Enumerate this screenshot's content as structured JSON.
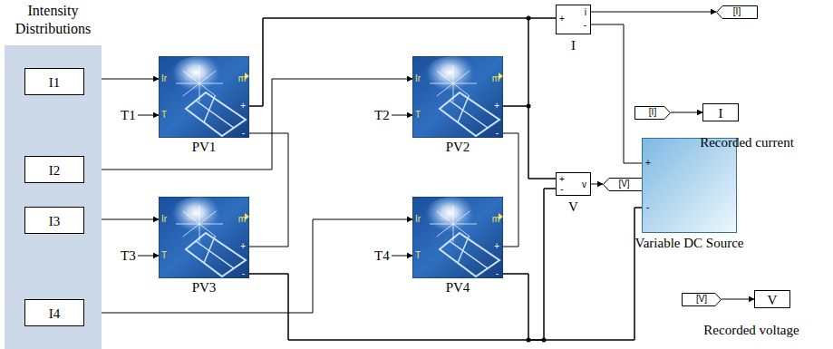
{
  "diagram": {
    "nodes": [
      {
        "text": [
          "Intensity Distributions"
        ]
      },
      {
        "text": [
          "I1"
        ],
        "in": 0
      },
      {
        "text": [
          "I2"
        ],
        "in": 0
      },
      {
        "text": [
          "I3"
        ],
        "in": 0
      },
      {
        "text": [
          "I4"
        ],
        "in": 0
      },
      {
        "text": [
          "Ir",
          "T",
          "m",
          "+",
          "-",
          "PV1"
        ]
      },
      {
        "text": [
          "Ir",
          "T",
          "m",
          "+",
          "-",
          "PV2"
        ]
      },
      {
        "text": [
          "Ir",
          "T",
          "m",
          "+",
          "-",
          "PV3"
        ]
      },
      {
        "text": [
          "Ir",
          "T",
          "m",
          "+",
          "-",
          "PV4"
        ]
      },
      {
        "text": [
          "+",
          "i",
          "-",
          "I"
        ]
      },
      {
        "text": [
          "+",
          "v",
          "-",
          "V"
        ]
      },
      {
        "text": [
          "[I]"
        ]
      },
      {
        "text": [
          "[V]"
        ]
      },
      {
        "text": [
          "[I]"
        ]
      },
      {
        "text": [
          "I",
          "Recorded current"
        ]
      },
      {
        "text": [
          "+",
          "-",
          "Variable DC Source"
        ]
      },
      {
        "text": [
          "[V]"
        ]
      },
      {
        "text": [
          "V",
          "Recorded voltage"
        ]
      }
    ],
    "edges": [
      {
        "from": 1,
        "to": 5,
        "arrow": "to"
      },
      {
        "from": 2,
        "to": 6,
        "arrow": "to"
      },
      {
        "from": 3,
        "to": 7,
        "arrow": "to"
      },
      {
        "from": 4,
        "to": 8,
        "arrow": "to"
      },
      {
        "from": 5,
        "to": 9,
        "arrow": "none"
      },
      {
        "from": 6,
        "to": 9,
        "arrow": "none"
      },
      {
        "from": 5,
        "to": 7,
        "arrow": "none"
      },
      {
        "from": 6,
        "to": 8,
        "arrow": "none"
      },
      {
        "from": 7,
        "to": 10,
        "arrow": "none"
      },
      {
        "from": 8,
        "to": 10,
        "arrow": "none"
      },
      {
        "from": 7,
        "to": 15,
        "arrow": "none"
      },
      {
        "from": 8,
        "to": 15,
        "arrow": "none"
      },
      {
        "from": 5,
        "to": 10,
        "arrow": "none"
      },
      {
        "from": 6,
        "to": 10,
        "arrow": "none"
      },
      {
        "from": 9,
        "to": 15,
        "arrow": "none"
      },
      {
        "from": 9,
        "to": 11,
        "arrow": "to"
      },
      {
        "from": 10,
        "to": 12,
        "arrow": "to"
      },
      {
        "from": 13,
        "to": 14,
        "arrow": "to"
      },
      {
        "from": 16,
        "to": 17,
        "arrow": "to"
      }
    ],
    "labels": [
      "T1",
      "T2",
      "T3",
      "T4"
    ]
  }
}
